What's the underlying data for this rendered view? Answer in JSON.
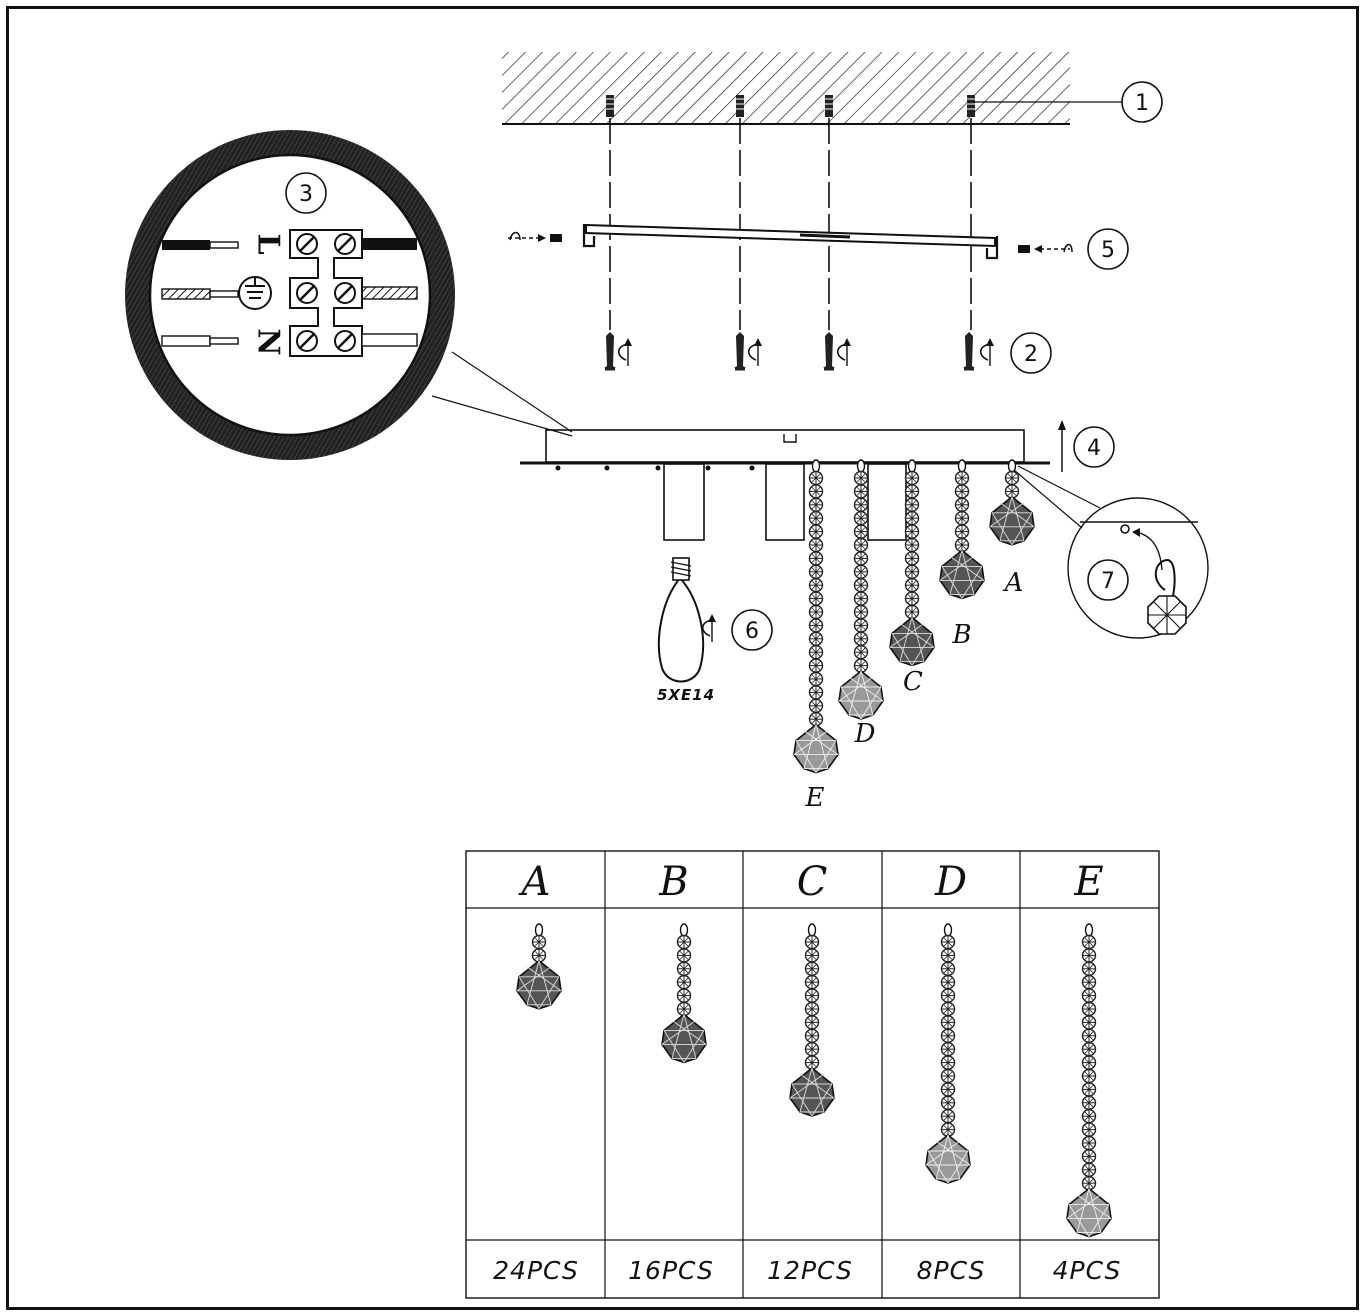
{
  "callouts": {
    "c1": "1",
    "c2": "2",
    "c3": "3",
    "c4": "4",
    "c5": "5",
    "c6": "6",
    "c7": "7"
  },
  "wiring": {
    "live": "L",
    "neutral": "N"
  },
  "bulb": {
    "label": "5XE14"
  },
  "strand_labels": [
    "A",
    "B",
    "C",
    "D",
    "E"
  ],
  "table": {
    "headers": [
      "A",
      "B",
      "C",
      "D",
      "E"
    ],
    "quantities": [
      "24PCS",
      "16PCS",
      "12PCS",
      "8PCS",
      "4PCS"
    ]
  }
}
